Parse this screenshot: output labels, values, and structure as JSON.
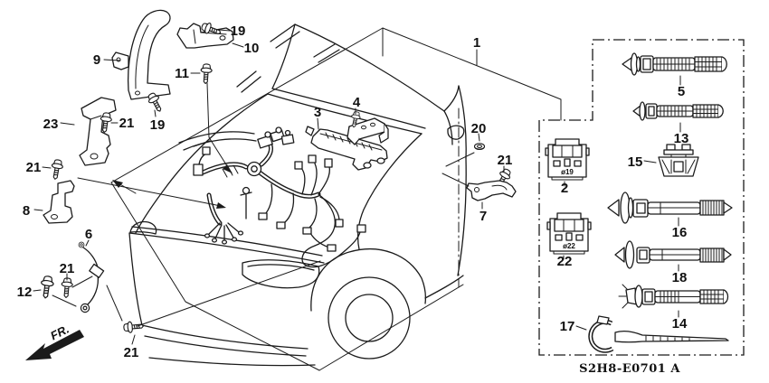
{
  "callouts": {
    "c9": "9",
    "c19a": "19",
    "c10": "10",
    "c11": "11",
    "c23": "23",
    "c21a": "21",
    "c19b": "19",
    "c21b": "21",
    "c8": "8",
    "c6": "6",
    "c21c": "21",
    "c12": "12",
    "c21d": "21",
    "c1": "1",
    "c3": "3",
    "c4": "4",
    "c20": "20",
    "c21e": "21",
    "c7": "7",
    "c2": "2",
    "c22": "22",
    "c5": "5",
    "c13": "13",
    "c15": "15",
    "c16": "16",
    "c18": "18",
    "c14": "14",
    "c17": "17"
  },
  "markings": {
    "connector2": "ø19",
    "connector22": "ø22"
  },
  "direction": {
    "front_label": "FR."
  },
  "footer": {
    "diagram_code": "S2H8-E0701 A"
  },
  "colors": {
    "line": "#1b1b1b",
    "background": "#ffffff"
  }
}
